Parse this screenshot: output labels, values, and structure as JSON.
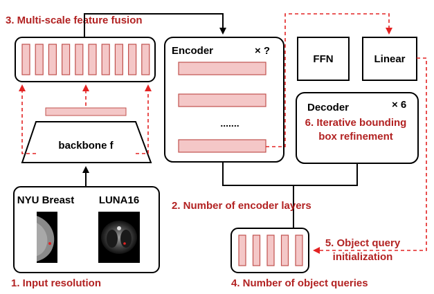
{
  "labels": {
    "multiscale": "3. Multi-scale feature fusion",
    "encoder": "Encoder",
    "encoder_mult": "× ?",
    "ffn": "FFN",
    "linear": "Linear",
    "decoder": "Decoder",
    "decoder_mult": "× 6",
    "refine_line1": "6. Iterative bounding",
    "refine_line2": "box refinement",
    "backbone": "backbone f",
    "dots": ".......",
    "enc_layers": "2. Number of encoder layers",
    "nyu": "NYU Breast",
    "luna": "LUNA16",
    "query_init_line1": "5. Object query",
    "query_init_line2": "initialization",
    "input_res": "1. Input resolution",
    "num_queries": "4. Number of object queries"
  },
  "colors": {
    "highlight": "#b22222",
    "block_fill": "#f4c7c7",
    "block_stroke": "#c0504d",
    "stroke": "#000000"
  },
  "icons": {
    "nyu_image": "mammogram-thumbnail",
    "luna_image": "ct-scan-thumbnail"
  }
}
